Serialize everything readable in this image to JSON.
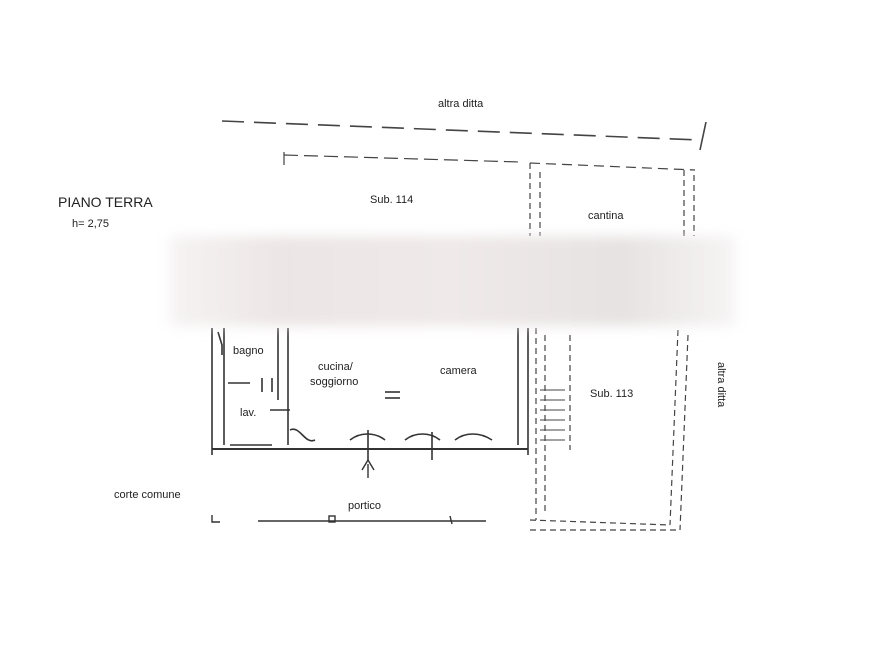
{
  "floor": {
    "title": "PIANO TERRA",
    "height": "h= 2,75"
  },
  "labels": {
    "altra_ditta_top": "altra ditta",
    "altra_ditta_side": "altra ditta",
    "sub114": "Sub. 114",
    "cantina": "cantina",
    "bagno": "bagno",
    "cucina": "cucina/",
    "soggiorno": "soggiorno",
    "camera": "camera",
    "lav": "lav.",
    "sub113": "Sub. 113",
    "corte_comune": "corte comune",
    "portico": "portico"
  }
}
